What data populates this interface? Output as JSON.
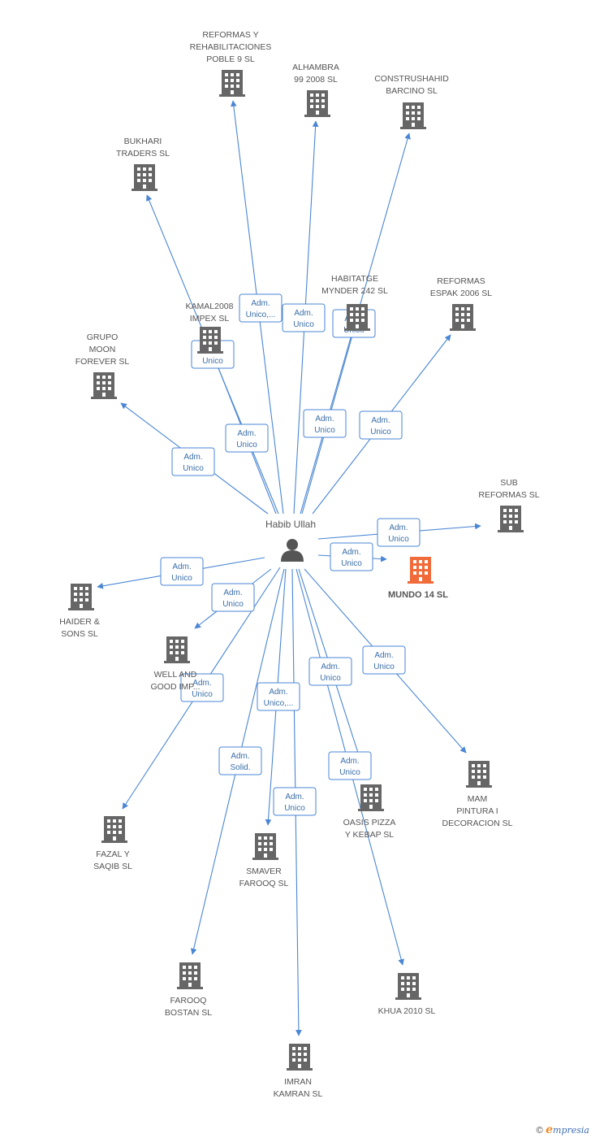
{
  "colors": {
    "edge": "#4a86d4",
    "company_icon": "#666666",
    "main_company_icon": "#f06a3a",
    "person_icon": "#555555",
    "text": "#555555",
    "label_text": "#3a6ea8"
  },
  "center": {
    "name": "Habib Ullah",
    "icon": "person-icon"
  },
  "main_company": {
    "name": "MUNDO 14 SL",
    "icon": "building-icon"
  },
  "companies": [
    {
      "id": "reformas-rehab",
      "lines": [
        "REFORMAS Y",
        "REHABILITACIONES",
        "POBLE 9 SL"
      ],
      "icon": "building-icon"
    },
    {
      "id": "alhambra",
      "lines": [
        "ALHAMBRA",
        "99 2008 SL"
      ],
      "icon": "building-icon"
    },
    {
      "id": "construshahid",
      "lines": [
        "CONSTRUSHAHID",
        "BARCINO SL"
      ],
      "icon": "building-icon"
    },
    {
      "id": "bukhari",
      "lines": [
        "BUKHARI",
        "TRADERS SL"
      ],
      "icon": "building-icon"
    },
    {
      "id": "habitatge",
      "lines": [
        "HABITATGE",
        "MYNDER 242 SL"
      ],
      "icon": "building-icon"
    },
    {
      "id": "reformas-espak",
      "lines": [
        "REFORMAS",
        "ESPAK 2006 SL"
      ],
      "icon": "building-icon"
    },
    {
      "id": "kamal",
      "lines": [
        "KAMAL2008",
        "IMPEX SL"
      ],
      "icon": "building-icon"
    },
    {
      "id": "grupo-moon",
      "lines": [
        "GRUPO",
        "MOON",
        "FOREVER SL"
      ],
      "icon": "building-icon"
    },
    {
      "id": "sub-reformas",
      "lines": [
        "SUB",
        "REFORMAS SL"
      ],
      "icon": "building-icon"
    },
    {
      "id": "haider",
      "lines": [
        "HAIDER &",
        "SONS SL"
      ],
      "icon": "building-icon"
    },
    {
      "id": "well-and-good",
      "lines": [
        "WELL AND",
        "GOOD IMP..."
      ],
      "icon": "building-icon"
    },
    {
      "id": "fazal",
      "lines": [
        "FAZAL Y",
        "SAQIB SL"
      ],
      "icon": "building-icon"
    },
    {
      "id": "smaver",
      "lines": [
        "SMAVER",
        "FAROOQ SL"
      ],
      "icon": "building-icon"
    },
    {
      "id": "oasis",
      "lines": [
        "OASIS PIZZA",
        "Y KEBAP SL"
      ],
      "icon": "building-icon"
    },
    {
      "id": "mam-pintura",
      "lines": [
        "MAM",
        "PINTURA I",
        "DECORACION SL"
      ],
      "icon": "building-icon"
    },
    {
      "id": "farooq-bostan",
      "lines": [
        "FAROOQ",
        "BOSTAN SL"
      ],
      "icon": "building-icon"
    },
    {
      "id": "khua",
      "lines": [
        "KHUA 2010 SL"
      ],
      "icon": "building-icon"
    },
    {
      "id": "imran",
      "lines": [
        "IMRAN",
        "KAMRAN SL"
      ],
      "icon": "building-icon"
    }
  ],
  "relations": [
    {
      "target": "reformas-rehab",
      "lines": [
        "Adm.",
        "Unico,..."
      ]
    },
    {
      "target": "alhambra",
      "lines": [
        "Adm.",
        "Unico"
      ]
    },
    {
      "target": "construshahid",
      "lines": [
        "Adm.",
        "Unico"
      ]
    },
    {
      "target": "habitatge",
      "lines": [
        "Adm.",
        "Unico"
      ]
    },
    {
      "target": "bukhari",
      "lines": [
        "Adm.",
        "Unico"
      ]
    },
    {
      "target": "kamal",
      "lines": [
        "Adm.",
        "Unico"
      ]
    },
    {
      "target": "reformas-espak",
      "lines": [
        "Adm.",
        "Unico"
      ]
    },
    {
      "target": "grupo-moon",
      "lines": [
        "Adm.",
        "Unico"
      ]
    },
    {
      "target": "sub-reformas",
      "lines": [
        "Adm.",
        "Unico"
      ]
    },
    {
      "target": "mundo-14",
      "lines": [
        "Adm.",
        "Unico"
      ]
    },
    {
      "target": "haider",
      "lines": [
        "Adm.",
        "Unico"
      ]
    },
    {
      "target": "well-and-good",
      "lines": [
        "Adm.",
        "Unico"
      ]
    },
    {
      "target": "fazal",
      "lines": [
        "Adm.",
        "Unico"
      ]
    },
    {
      "target": "smaver",
      "lines": [
        "Adm.",
        "Unico,..."
      ]
    },
    {
      "target": "oasis",
      "lines": [
        "Adm.",
        "Unico"
      ]
    },
    {
      "target": "mam-pintura",
      "lines": [
        "Adm.",
        "Unico"
      ]
    },
    {
      "target": "farooq-bostan",
      "lines": [
        "Adm.",
        "Solid."
      ]
    },
    {
      "target": "khua",
      "lines": [
        "Adm.",
        "Unico"
      ]
    },
    {
      "target": "imran",
      "lines": [
        "Adm.",
        "Unico"
      ]
    }
  ],
  "footer": {
    "copyright": "©",
    "brand_initial": "e",
    "brand_rest": "mpresia"
  }
}
